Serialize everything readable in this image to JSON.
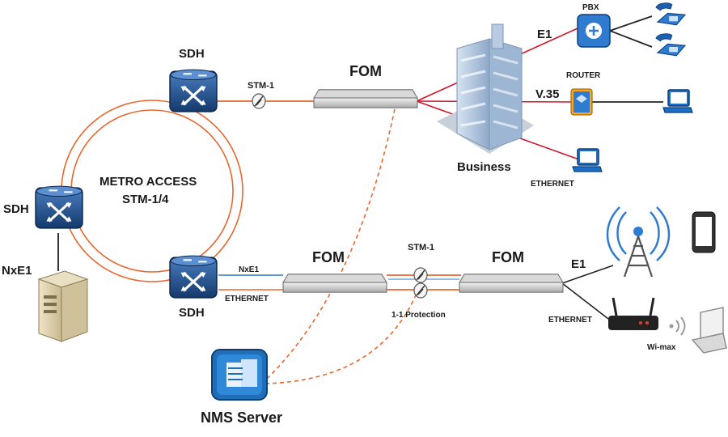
{
  "labels": {
    "sdh_top": "SDH",
    "sdh_left": "SDH",
    "sdh_bottom": "SDH",
    "metro_line1": "METRO ACCESS",
    "metro_line2": "STM-1/4",
    "nxe1_left": "NxE1",
    "stm1_top": "STM-1",
    "fom_top": "FOM",
    "business": "Business",
    "e1_top": "E1",
    "pbx": "PBX",
    "router": "ROUTER",
    "v35": "V.35",
    "ethernet_business": "ETHERNET",
    "nxe1_small": "NxE1",
    "ethernet_sdh": "ETHERNET",
    "fom_mid": "FOM",
    "stm1_mid": "STM-1",
    "protection": "1-1 Protection",
    "fom_right": "FOM",
    "e1_right": "E1",
    "ethernet_right": "ETHERNET",
    "wimax": "Wi-max",
    "nms_server": "NMS Server"
  },
  "icons": {
    "sdh": "sdh-switch-icon",
    "fom": "fiber-optic-modem-icon",
    "pbx": "pbx-icon",
    "router": "router-icon",
    "phone": "telephone-icon",
    "laptop": "laptop-icon",
    "building": "office-building-icon",
    "server": "server-tower-icon",
    "nms": "nms-server-icon",
    "tower": "radio-tower-icon",
    "mobile": "mobile-phone-icon",
    "wifi_router": "wireless-router-icon",
    "signal": "wireless-signal-icon"
  },
  "colors": {
    "fiber": "#e8672e",
    "copper_red": "#d4142a",
    "blue_link": "#2d7ac8",
    "dark_link": "#222222",
    "device_blue": "#1f6fb8"
  }
}
